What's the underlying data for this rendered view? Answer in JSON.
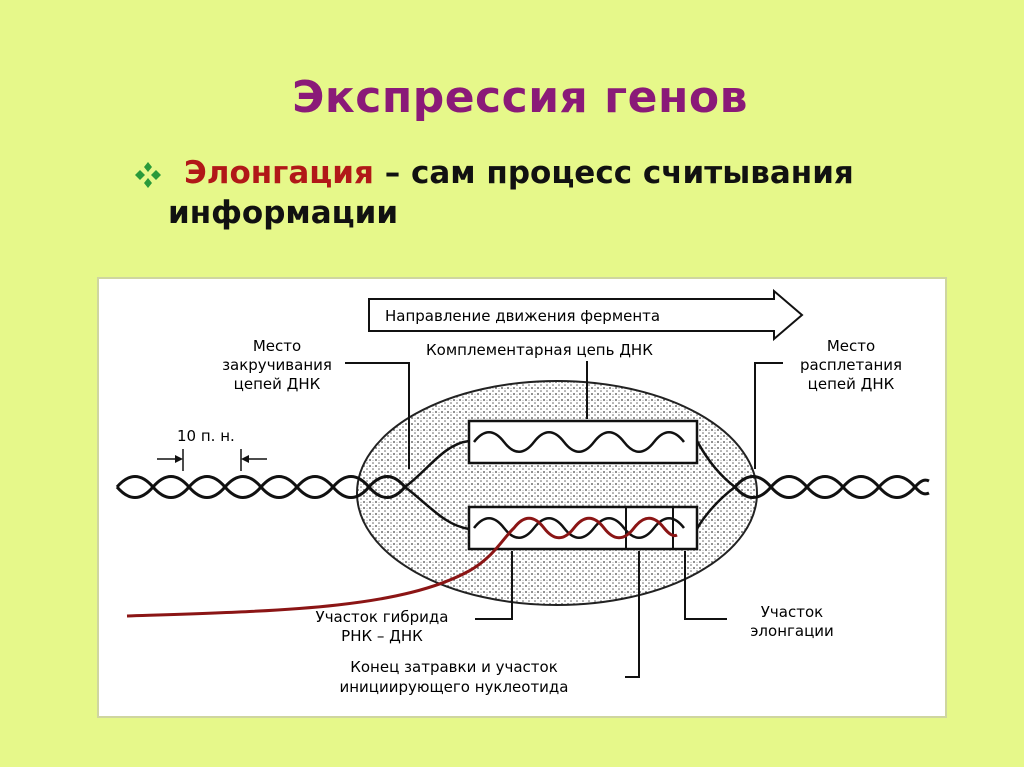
{
  "title": "Экспрессия генов",
  "bullet": {
    "term": "Элонгация",
    "text": "– сам процесс считывания информации"
  },
  "diagram": {
    "direction_label": "Направление движения фермента",
    "complementary_strand": "Комплементарная цепь ДНК",
    "twisting_site": [
      "Место",
      "закручивания",
      "цепей ДНК"
    ],
    "unwinding_site": [
      "Место",
      "расплетания",
      "цепей ДНК"
    ],
    "step_label": "10 п. н.",
    "hybrid_site": [
      "Участок гибрида",
      "РНК – ДНК"
    ],
    "elongation_site": [
      "Участок",
      "элонгации"
    ],
    "primer_end": [
      "Конец затравки и участок",
      "инициирующего нуклеотида"
    ]
  },
  "colors": {
    "background": "#e6f88a",
    "title": "#8a1a78",
    "term": "#b11818",
    "rna_strand": "#8b1515",
    "bullet_icon": "#2a9a3a"
  },
  "icons": {
    "bullet": "diamond-cluster-icon"
  }
}
